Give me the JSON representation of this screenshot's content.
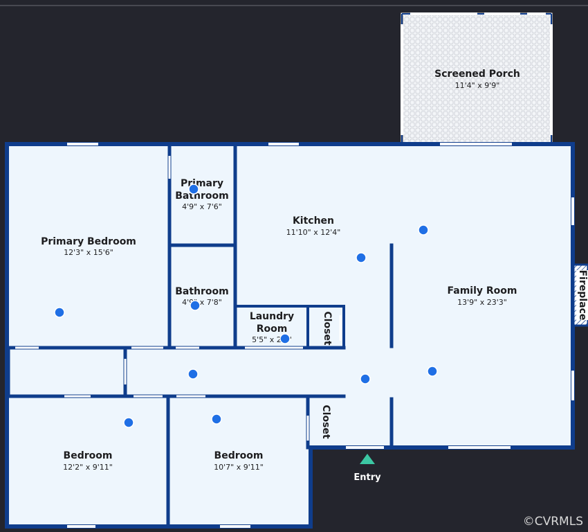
{
  "colors": {
    "background": "#24252d",
    "wall": "#0f3d8c",
    "room_fill": "#eef6fd",
    "hotspot": "#1f6fe5",
    "entry_marker": "#3cc7a3"
  },
  "rooms": {
    "screened_porch": {
      "name": "Screened Porch",
      "dims": "11'4\" x 9'9\""
    },
    "primary_bathroom": {
      "name_line1": "Primary",
      "name_line2": "Bathroom",
      "dims": "4'9\" x 7'6\""
    },
    "kitchen": {
      "name": "Kitchen",
      "dims": "11'10\" x 12'4\""
    },
    "primary_bedroom": {
      "name": "Primary Bedroom",
      "dims": "12'3\" x 15'6\""
    },
    "family_room": {
      "name": "Family Room",
      "dims": "13'9\" x 23'3\""
    },
    "bathroom": {
      "name": "Bathroom",
      "dims": "4'9\" x 7'8\""
    },
    "laundry_room": {
      "name_line1": "Laundry",
      "name_line2": "Room",
      "dims": "5'5\" x 2'9\""
    },
    "closet_1": {
      "name": "Closet"
    },
    "closet_2": {
      "name": "Closet"
    },
    "bedroom_1": {
      "name": "Bedroom",
      "dims": "12'2\" x 9'11\""
    },
    "bedroom_2": {
      "name": "Bedroom",
      "dims": "10'7\" x 9'11\""
    },
    "fireplace": {
      "name": "Fireplace"
    }
  },
  "entry": {
    "label": "Entry"
  },
  "watermark": {
    "text": "©CVRMLS"
  }
}
